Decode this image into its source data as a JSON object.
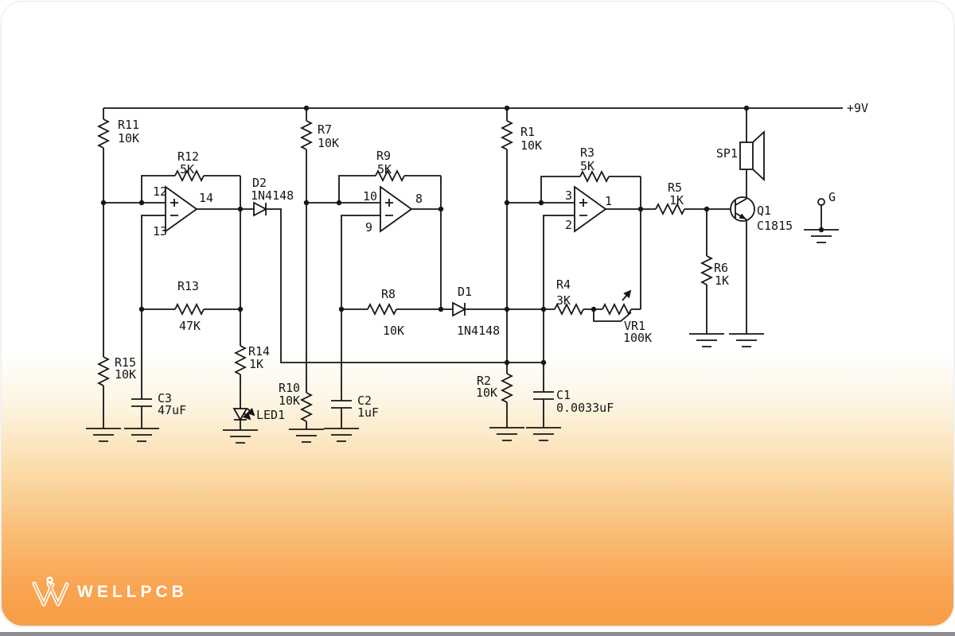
{
  "brand": {
    "name": "WELLPCB"
  },
  "colors": {
    "accent": "#F89C44",
    "line": "#161616",
    "card_bg": "#FFFFFF",
    "footer_bar": "#8A8E93"
  },
  "schematic": {
    "power_rail": "+9V",
    "ground_terminal": "G",
    "opamps": [
      {
        "noninv": "12",
        "inv": "13",
        "out": "14"
      },
      {
        "noninv": "10",
        "inv": "9",
        "out": "8"
      },
      {
        "noninv": "3",
        "inv": "2",
        "out": "1"
      }
    ],
    "components": {
      "R1": {
        "ref": "R1",
        "value": "10K"
      },
      "R2": {
        "ref": "R2",
        "value": "10K"
      },
      "R3": {
        "ref": "R3",
        "value": "5K"
      },
      "R4": {
        "ref": "R4",
        "value": "3K"
      },
      "R5": {
        "ref": "R5",
        "value": "1K"
      },
      "R6": {
        "ref": "R6",
        "value": "1K"
      },
      "R7": {
        "ref": "R7",
        "value": "10K"
      },
      "R8": {
        "ref": "R8",
        "value": "10K"
      },
      "R9": {
        "ref": "R9",
        "value": "5K"
      },
      "R10": {
        "ref": "R10",
        "value": "10K"
      },
      "R11": {
        "ref": "R11",
        "value": "10K"
      },
      "R12": {
        "ref": "R12",
        "value": "5K"
      },
      "R13": {
        "ref": "R13",
        "value": "47K"
      },
      "R14": {
        "ref": "R14",
        "value": "1K"
      },
      "R15": {
        "ref": "R15",
        "value": "10K"
      },
      "VR1": {
        "ref": "VR1",
        "value": "100K"
      },
      "C1": {
        "ref": "C1",
        "value": "0.0033uF"
      },
      "C2": {
        "ref": "C2",
        "value": "1uF"
      },
      "C3": {
        "ref": "C3",
        "value": "47uF"
      },
      "D1": {
        "ref": "D1",
        "value": "1N4148"
      },
      "D2": {
        "ref": "D2",
        "value": "1N4148"
      },
      "LED1": {
        "ref": "LED1"
      },
      "Q1": {
        "ref": "Q1",
        "value": "C1815"
      },
      "SP1": {
        "ref": "SP1"
      }
    }
  }
}
